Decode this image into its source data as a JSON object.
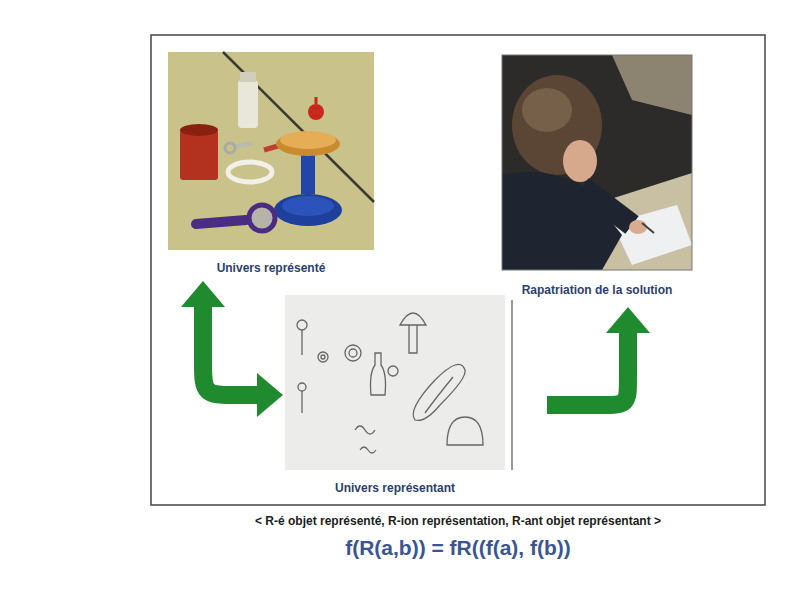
{
  "diagram": {
    "nodes": [
      {
        "text": [
          "Univers représenté"
        ]
      },
      {
        "text": [
          "Rapatriation de la solution"
        ]
      },
      {
        "text": [
          "Univers représentant"
        ]
      }
    ],
    "edges": [
      {
        "from": 0,
        "to": 2,
        "arrow": "both"
      },
      {
        "from": 2,
        "to": 1,
        "arrow": "to"
      }
    ],
    "labels": [
      "< R-é objet représenté, R-ion représentation, R-ant objet représentant >",
      "f(R(a,b)) = fR((f(a), f(b))"
    ]
  }
}
